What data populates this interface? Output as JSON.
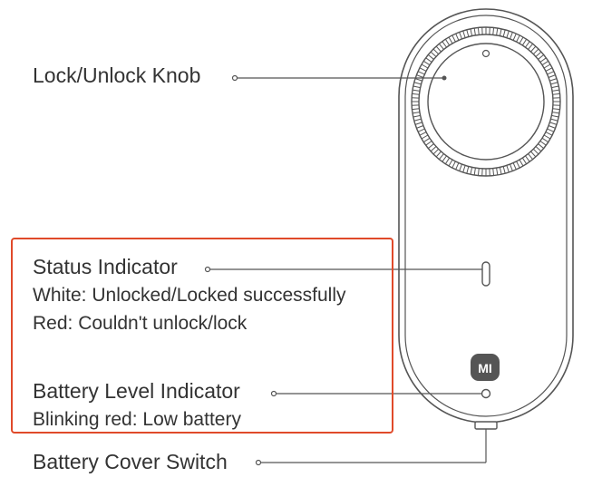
{
  "labels": {
    "knob": "Lock/Unlock Knob",
    "status": "Status Indicator",
    "status_white": "White: Unlocked/Locked successfully",
    "status_red": "Red: Couldn't unlock/lock",
    "battery": "Battery Level Indicator",
    "battery_red": "Blinking red: Low battery",
    "cover": "Battery Cover Switch"
  },
  "logo_text": "MI",
  "colors": {
    "line": "#555555",
    "highlight": "#e04a2a",
    "logo_bg": "#555555"
  }
}
